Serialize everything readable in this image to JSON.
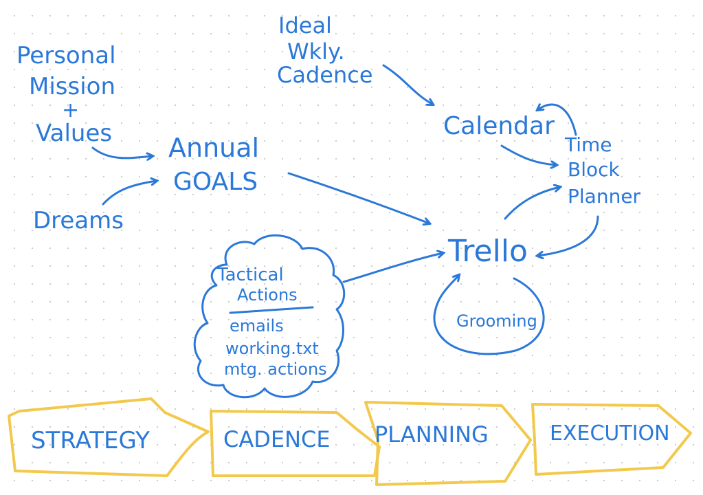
{
  "nodes": {
    "mission": [
      "Personal",
      "Mission",
      "+",
      "Values"
    ],
    "dreams": "Dreams",
    "annual_goals": [
      "Annual",
      "GOALS"
    ],
    "ideal_weekly": [
      "Ideal",
      "Wkly.",
      "Cadence"
    ],
    "calendar": "Calendar",
    "time_block": [
      "Time",
      "Block",
      "Planner"
    ],
    "trello": "Trello",
    "grooming": "Grooming",
    "tactical": {
      "title": [
        "Tactical",
        "Actions"
      ],
      "items": [
        "emails",
        "working.txt",
        "mtg. actions"
      ]
    }
  },
  "phases": [
    "STRATEGY",
    "CADENCE",
    "PLANNING",
    "EXECUTION"
  ],
  "colors": {
    "ink": "#2a78d8",
    "phase_outline": "#f2c94c"
  }
}
